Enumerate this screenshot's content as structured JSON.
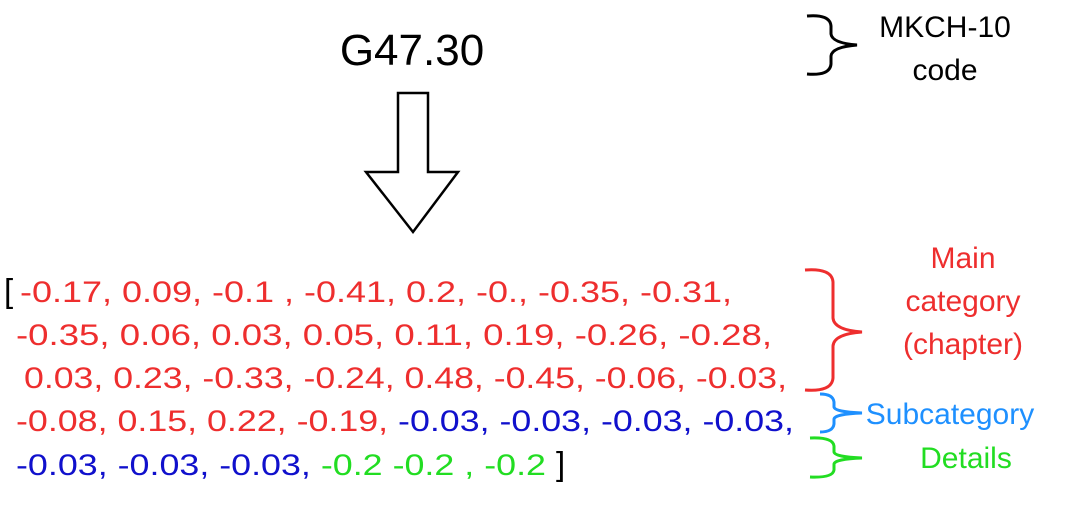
{
  "code": "G47.30",
  "code_label": [
    "MKCH-10",
    "code"
  ],
  "colors": {
    "main": "#ee2e2e",
    "sub": "#1010cc",
    "sub_label": "#1e90ff",
    "details": "#22dd22",
    "black": "#000000"
  },
  "vector": {
    "open_bracket": "[",
    "close_bracket": "]",
    "lines": [
      [
        {
          "t": "-0.17, 0.09, -0.1 , -0.41, 0.2,  -0., -0.35, -0.31,",
          "c": "main"
        }
      ],
      [
        {
          "t": "-0.35, 0.06,  0.03, 0.05, 0.11,  0.19, -0.26, -0.28,",
          "c": "main"
        }
      ],
      [
        {
          "t": "0.03, 0.23, -0.33, -0.24, 0.48, -0.45, -0.06, -0.03,",
          "c": "main"
        }
      ],
      [
        {
          "t": "-0.08, 0.15, 0.22, -0.19, ",
          "c": "main"
        },
        {
          "t": "-0.03, -0.03, -0.03, -0.03,",
          "c": "sub"
        }
      ],
      [
        {
          "t": "-0.03, -0.03, -0.03, ",
          "c": "sub"
        },
        {
          "t": "-0.2 -0.2 , -0.2",
          "c": "details"
        }
      ]
    ]
  },
  "labels": {
    "main": [
      "Main",
      "category",
      "(chapter)"
    ],
    "sub": "Subcategory",
    "details": "Details"
  }
}
